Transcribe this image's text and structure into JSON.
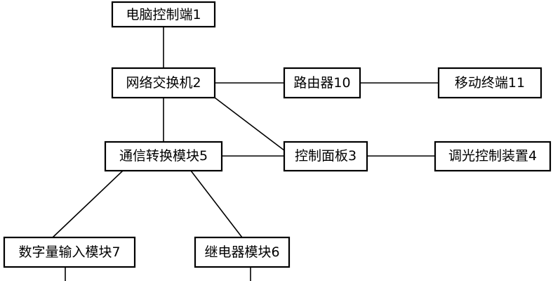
{
  "nodes": {
    "pc_terminal": "电脑控制端1",
    "network_switch": "网络交换机2",
    "router": "路由器10",
    "mobile_terminal": "移动终端11",
    "comm_module": "通信转换模块5",
    "control_panel": "控制面板3",
    "dimming_device": "调光控制装置4",
    "digital_input_module": "数字量输入模块7",
    "relay_module": "继电器模块6"
  },
  "edges": [
    [
      "pc_terminal",
      "network_switch"
    ],
    [
      "network_switch",
      "router"
    ],
    [
      "router",
      "mobile_terminal"
    ],
    [
      "network_switch",
      "comm_module"
    ],
    [
      "network_switch",
      "control_panel"
    ],
    [
      "comm_module",
      "control_panel"
    ],
    [
      "control_panel",
      "dimming_device"
    ],
    [
      "comm_module",
      "digital_input_module"
    ],
    [
      "comm_module",
      "relay_module"
    ]
  ],
  "colors": {
    "stroke": "#000000",
    "background": "#ffffff"
  }
}
